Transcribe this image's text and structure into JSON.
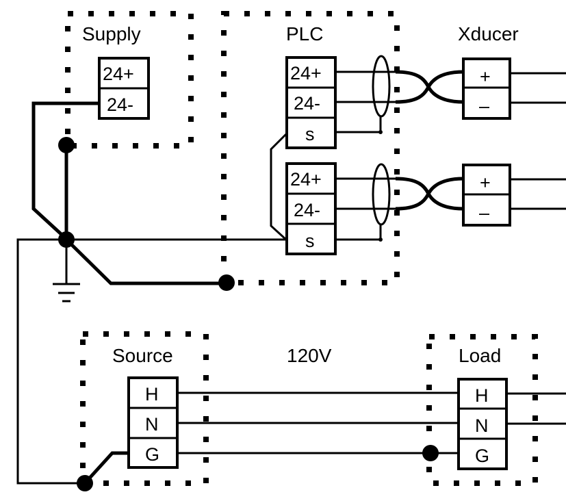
{
  "diagram": {
    "blocks": {
      "supply": {
        "label": "Supply",
        "terminals": [
          "24+",
          "24-"
        ]
      },
      "plc": {
        "label": "PLC",
        "terminals_1": [
          "24+",
          "24-",
          "s"
        ],
        "terminals_2": [
          "24+",
          "24-",
          "s"
        ]
      },
      "xducer": {
        "label": "Xducer",
        "terminals_1": [
          "+",
          "–"
        ],
        "terminals_2": [
          "+",
          "–"
        ]
      },
      "source": {
        "label": "Source",
        "terminals": [
          "H",
          "N",
          "G"
        ]
      },
      "load": {
        "label": "Load",
        "terminals": [
          "H",
          "N",
          "G"
        ]
      }
    },
    "voltage_label": "120V",
    "connections": [
      {
        "from": "supply.24-",
        "to": "ground-node"
      },
      {
        "from": "ground-node",
        "to": "plc.s (both channels)"
      },
      {
        "from": "ground-node",
        "to": "plc-enclosure-ground"
      },
      {
        "from": "ground-node",
        "to": "earth-ground"
      },
      {
        "from": "ground-node",
        "to": "source.G"
      },
      {
        "from": "plc.24+/24-",
        "to": "xducer.+/-",
        "type": "shielded twisted pair"
      },
      {
        "from": "source.H/N/G",
        "to": "load.H/N/G"
      }
    ]
  }
}
